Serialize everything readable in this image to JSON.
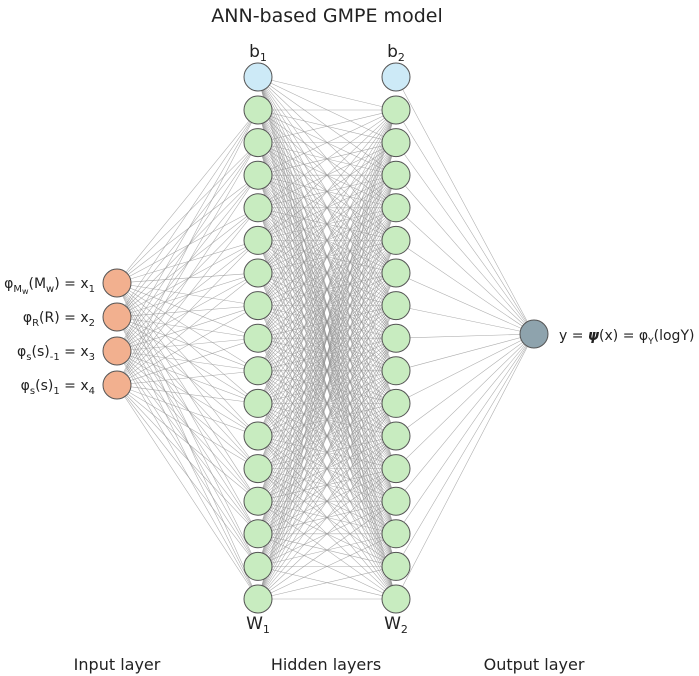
{
  "title": "ANN-based GMPE model",
  "colors": {
    "input": "#f2b08f",
    "hidden": "#c8ecc0",
    "bias": "#cdeaf7",
    "output": "#8ea3ad",
    "edge": "#8f8f8f",
    "node_border": "#555555"
  },
  "hidden_neurons_per_layer": 16,
  "inputs": [
    {
      "name": "input-label-1",
      "base": "φ",
      "sub": "M",
      "subsub": "w",
      "rest": "(M",
      "rest_sub": "w",
      "tail": ") = x",
      "tail_sub": "1"
    },
    {
      "name": "input-label-2",
      "base": "φ",
      "sub": "R",
      "rest": "(R) = x",
      "tail_sub": "2"
    },
    {
      "name": "input-label-3",
      "base": "φ",
      "sub": "s",
      "rest": "(s)",
      "rest_sub": "-1",
      "tail": " = x",
      "tail_sub": "3"
    },
    {
      "name": "input-label-4",
      "base": "φ",
      "sub": "s",
      "rest": "(s)",
      "rest_sub": "1",
      "tail": " = x",
      "tail_sub": "4"
    }
  ],
  "bias_labels": [
    {
      "base": "b",
      "sub": "1"
    },
    {
      "base": "b",
      "sub": "2"
    }
  ],
  "weight_labels": [
    {
      "base": "W",
      "sub": "1"
    },
    {
      "base": "W",
      "sub": "2"
    }
  ],
  "output_label": {
    "prefix": "y = ",
    "psi": "ψ",
    "middle": "(x) = ",
    "phi": "φ",
    "phi_sub": "Y",
    "suffix": "(logY)"
  },
  "layer_labels": [
    "Input layer",
    "Hidden layers",
    "Output layer"
  ]
}
